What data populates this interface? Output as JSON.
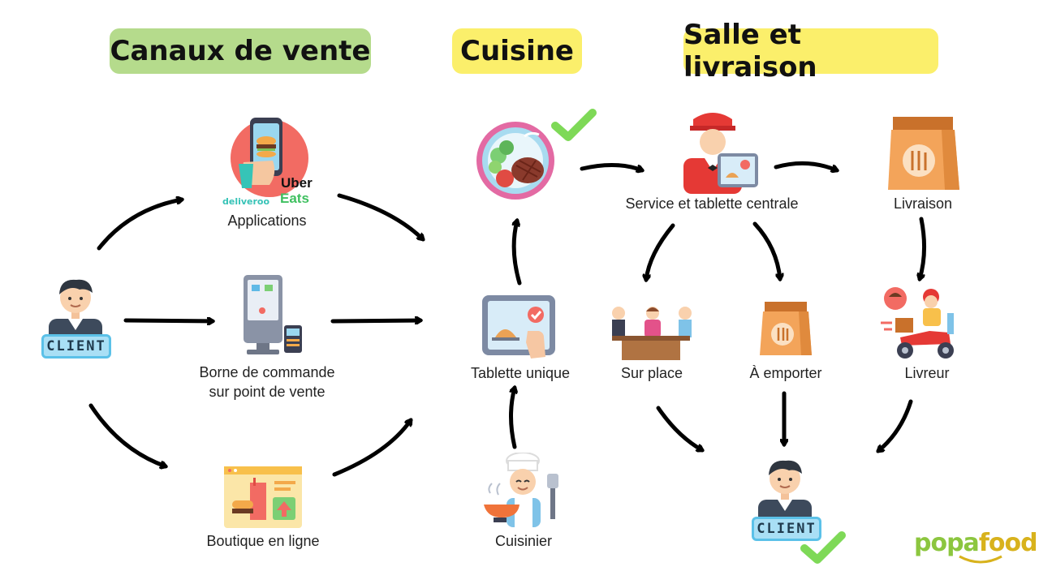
{
  "headers": {
    "channels": "Canaux de vente",
    "kitchen": "Cuisine",
    "service": "Salle et livraison"
  },
  "nodes": {
    "client_start": "CLIENT",
    "apps": "Applications",
    "apps_brand_deliveroo": "deliveroo",
    "apps_brand_uber": "Uber",
    "apps_brand_eats": "Eats",
    "kiosk_line1": "Borne de commande",
    "kiosk_line2": "sur point de vente",
    "shop": "Boutique en ligne",
    "tablet": "Tablette unique",
    "cook": "Cuisinier",
    "service_tablet": "Service et tablette centrale",
    "delivery": "Livraison",
    "dine_in": "Sur place",
    "takeaway": "À emporter",
    "courier": "Livreur",
    "client_end": "CLIENT"
  },
  "brand": {
    "logo_popa": "popa",
    "logo_food": "food"
  },
  "colors": {
    "green_header": "#b5db8c",
    "yellow_header": "#fbef6b",
    "check_green": "#7ed957",
    "logo_green": "#8cc63f"
  },
  "edges": [
    [
      "client_start",
      "apps"
    ],
    [
      "client_start",
      "kiosk"
    ],
    [
      "client_start",
      "shop"
    ],
    [
      "apps",
      "tablet"
    ],
    [
      "kiosk",
      "tablet"
    ],
    [
      "shop",
      "tablet"
    ],
    [
      "cook",
      "tablet"
    ],
    [
      "tablet",
      "dish"
    ],
    [
      "dish",
      "service_tablet"
    ],
    [
      "service_tablet",
      "delivery"
    ],
    [
      "service_tablet",
      "dine_in"
    ],
    [
      "service_tablet",
      "takeaway"
    ],
    [
      "delivery",
      "courier"
    ],
    [
      "dine_in",
      "client_end"
    ],
    [
      "takeaway",
      "client_end"
    ],
    [
      "courier",
      "client_end"
    ]
  ]
}
